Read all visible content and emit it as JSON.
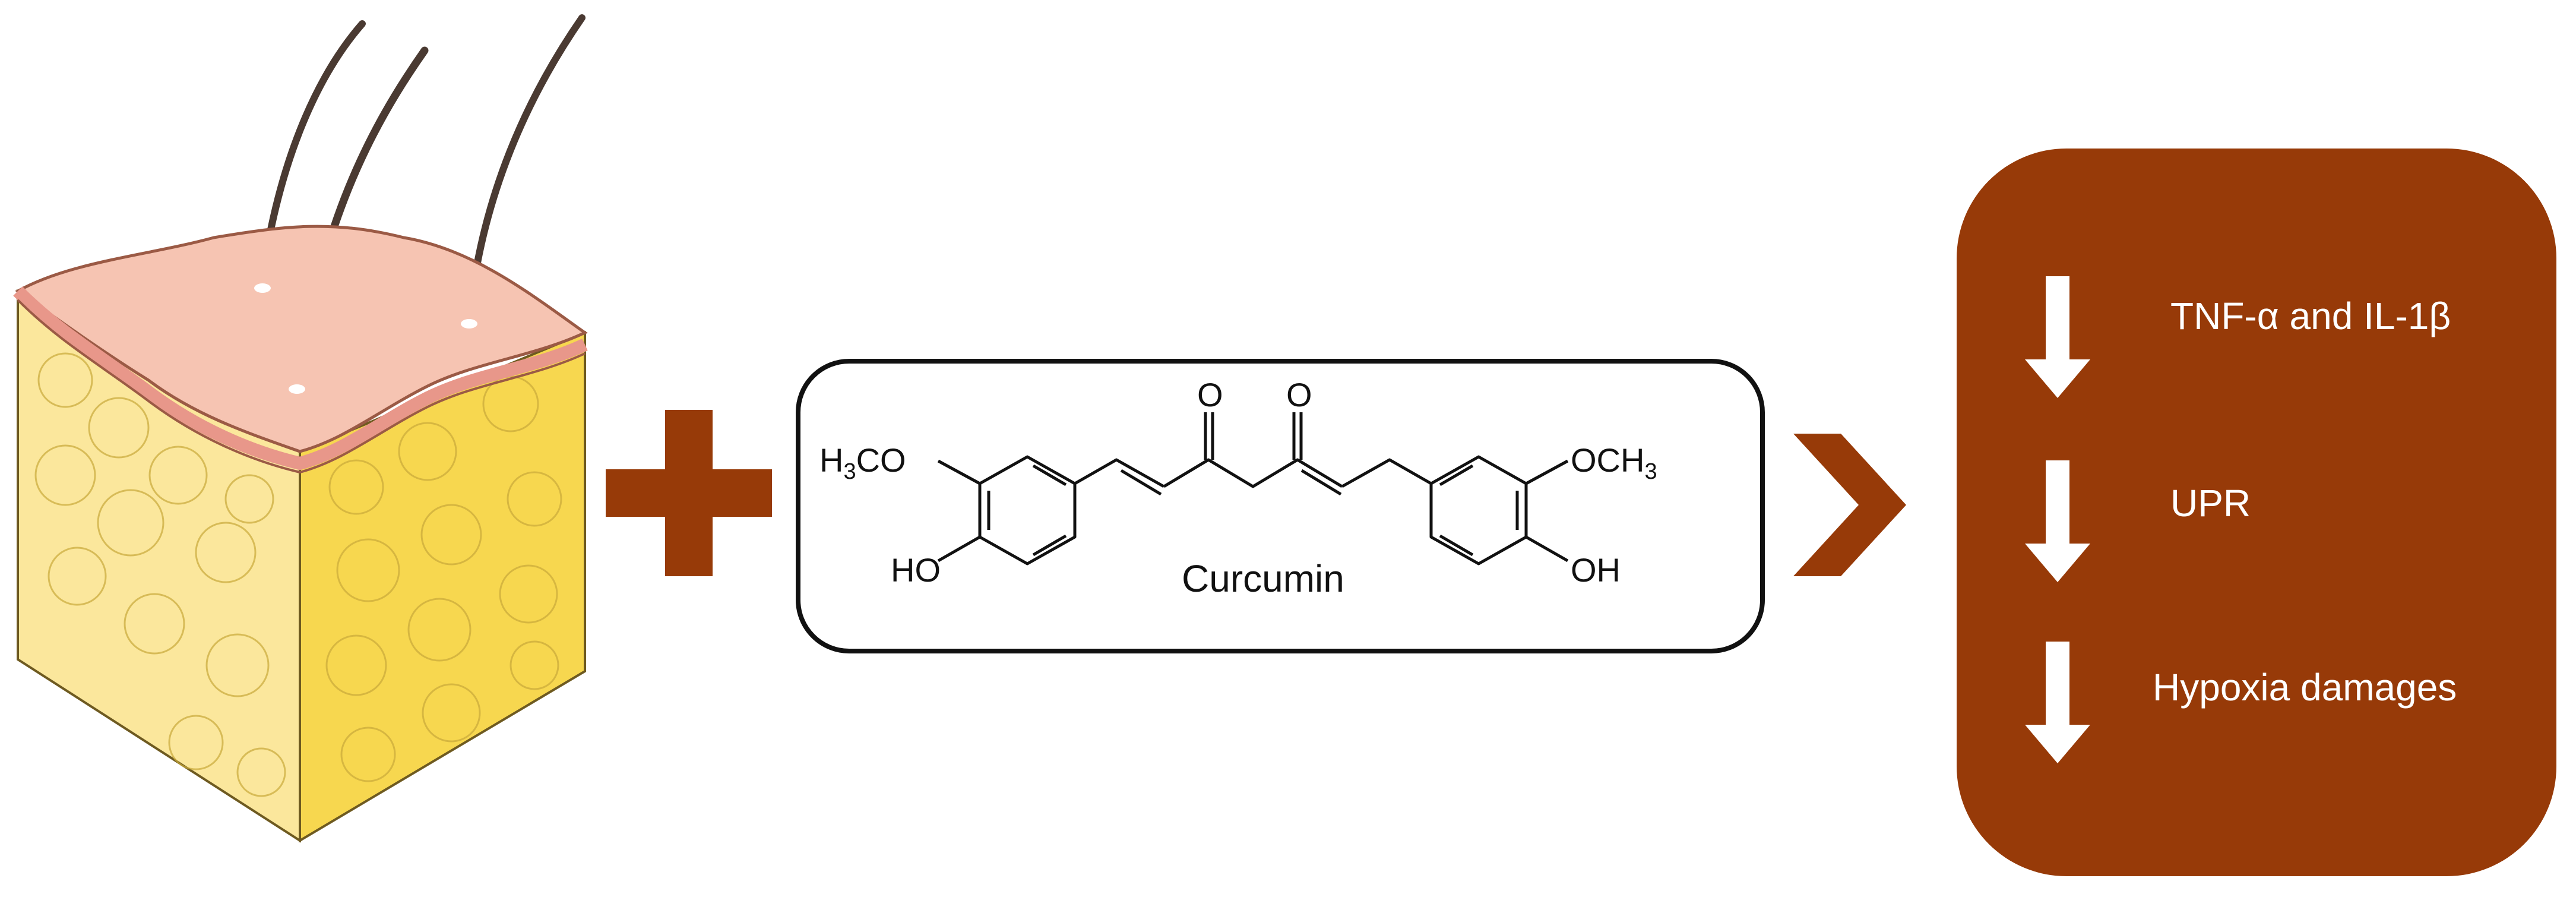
{
  "molecule": {
    "name": "Curcumin",
    "left_group": "H3CO",
    "left_group_parts": [
      "H",
      "3",
      "CO"
    ],
    "right_group": "OCH3",
    "right_group_parts": [
      "OCH",
      "3"
    ],
    "left_hydroxyl": "HO",
    "right_hydroxyl": "OH",
    "keto_left": "O",
    "keto_right": "O"
  },
  "effects": [
    {
      "text": "TNF-α and IL-1β",
      "direction": "decrease"
    },
    {
      "text": "UPR",
      "direction": "decrease"
    },
    {
      "text": "Hypoxia damages",
      "direction": "decrease"
    }
  ],
  "colors": {
    "accent": "#973a08",
    "skin_top": "#f6c4b2",
    "fat": "#f7dd6a",
    "hair": "#4a3a32"
  }
}
